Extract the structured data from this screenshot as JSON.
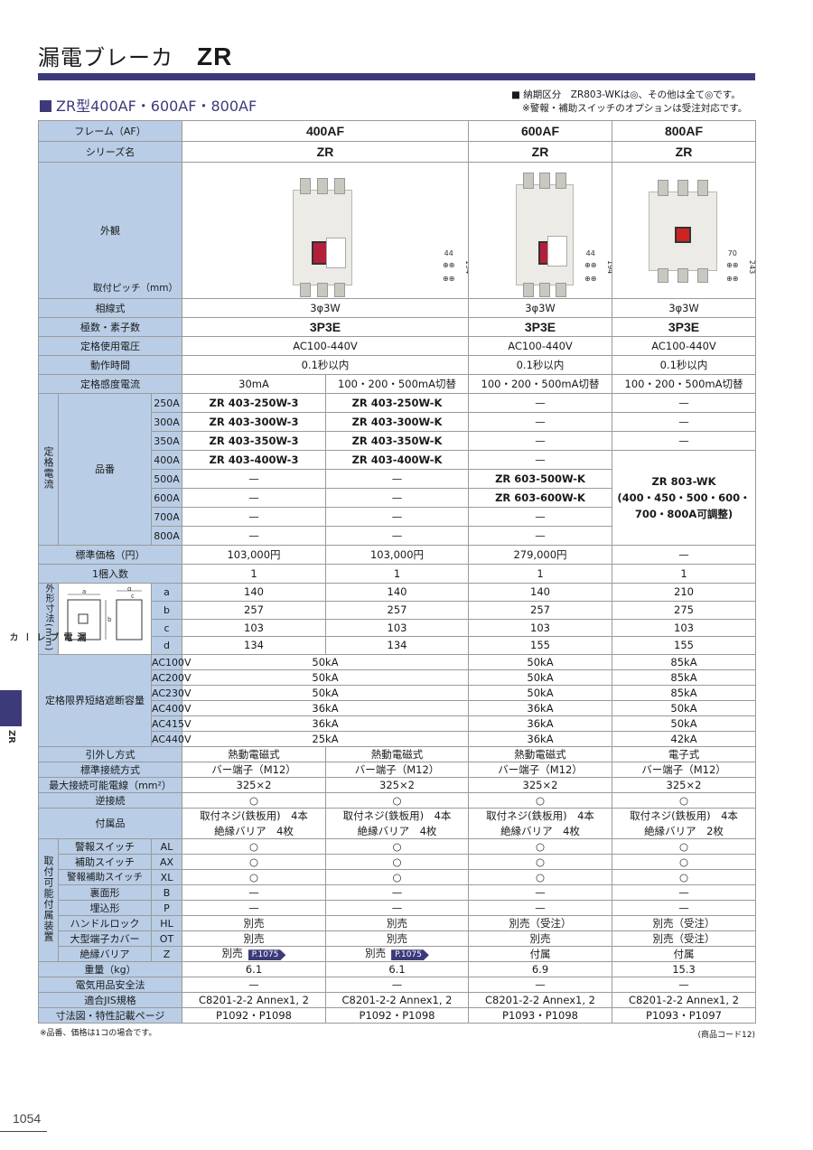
{
  "header": {
    "title": "漏電ブレーカ",
    "title_series": "ZR",
    "subtitle": "ZR型400AF・600AF・800AF",
    "note1": "■ 納期区分　ZR803-WKは◎、その他は全て◎です。",
    "note2": "※警報・補助スイッチのオプションは受注対応です。"
  },
  "labels": {
    "frame": "フレーム（AF）",
    "series": "シリーズ名",
    "appearance": "外観",
    "pitch": "取付ピッチ（mm）",
    "phase": "相線式",
    "poles": "極数・素子数",
    "voltage": "定格使用電圧",
    "time": "動作時間",
    "sensitivity": "定格感度電流",
    "rated_current": "定格電流",
    "part_no": "品番",
    "price": "標準価格（円）",
    "qty": "1梱入数",
    "dims": "外形寸法(mm)",
    "breaking": "定格限界短絡遮断容量",
    "trip": "引外し方式",
    "terminal": "標準接続方式",
    "max_wire": "最大接続可能電線（mm²）",
    "reverse": "逆接続",
    "accessories": "付属品",
    "options": "取付可能付属装置",
    "weight": "重量（kg）",
    "pse": "電気用品安全法",
    "jis": "適合JIS規格",
    "ref": "寸法図・特性記載ページ"
  },
  "frames": [
    "400AF",
    "600AF",
    "800AF"
  ],
  "series_names": [
    "ZR",
    "ZR",
    "ZR"
  ],
  "pitches": [
    {
      "w": "44",
      "h": "194"
    },
    {
      "w": "44",
      "h": "194"
    },
    {
      "w": "70",
      "h": "243"
    }
  ],
  "common": {
    "phase": [
      "3φ3W",
      "3φ3W",
      "3φ3W"
    ],
    "poles": [
      "3P3E",
      "3P3E",
      "3P3E"
    ],
    "voltage": [
      "AC100-440V",
      "AC100-440V",
      "AC100-440V"
    ],
    "time": [
      "0.1秒以内",
      "0.1秒以内",
      "0.1秒以内"
    ]
  },
  "sensitivity": [
    "30mA",
    "100・200・500mA切替",
    "100・200・500mA切替",
    "100・200・500mA切替"
  ],
  "currents": [
    {
      "a": "250A",
      "c": [
        "ZR 403-250W-3",
        "ZR 403-250W-K",
        "—",
        "—"
      ]
    },
    {
      "a": "300A",
      "c": [
        "ZR 403-300W-3",
        "ZR 403-300W-K",
        "—",
        "—"
      ]
    },
    {
      "a": "350A",
      "c": [
        "ZR 403-350W-3",
        "ZR 403-350W-K",
        "—",
        "—"
      ]
    },
    {
      "a": "400A",
      "c": [
        "ZR 403-400W-3",
        "ZR 403-400W-K",
        "—"
      ]
    },
    {
      "a": "500A",
      "c": [
        "—",
        "—",
        "ZR 603-500W-K"
      ]
    },
    {
      "a": "600A",
      "c": [
        "—",
        "—",
        "ZR 603-600W-K"
      ]
    },
    {
      "a": "700A",
      "c": [
        "—",
        "—",
        "—"
      ]
    },
    {
      "a": "800A",
      "c": [
        "—",
        "—",
        "—"
      ]
    }
  ],
  "zr803": {
    "l1": "ZR 803-WK",
    "l2": "400・450・500・600・",
    "l3": "700・800A可調整"
  },
  "price": [
    "103,000円",
    "103,000円",
    "279,000円",
    "—"
  ],
  "qty": [
    "1",
    "1",
    "1",
    "1"
  ],
  "dim_rows": [
    {
      "k": "a",
      "v": [
        "140",
        "140",
        "140",
        "210"
      ]
    },
    {
      "k": "b",
      "v": [
        "257",
        "257",
        "257",
        "275"
      ]
    },
    {
      "k": "c",
      "v": [
        "103",
        "103",
        "103",
        "103"
      ]
    },
    {
      "k": "d",
      "v": [
        "134",
        "134",
        "155",
        "155"
      ]
    }
  ],
  "breaking_rows": [
    {
      "k": "AC100V",
      "v": [
        "50kA",
        "50kA",
        "85kA"
      ]
    },
    {
      "k": "AC200V",
      "v": [
        "50kA",
        "50kA",
        "85kA"
      ]
    },
    {
      "k": "AC230V",
      "v": [
        "50kA",
        "50kA",
        "85kA"
      ]
    },
    {
      "k": "AC400V",
      "v": [
        "36kA",
        "36kA",
        "50kA"
      ]
    },
    {
      "k": "AC415V",
      "v": [
        "36kA",
        "36kA",
        "50kA"
      ]
    },
    {
      "k": "AC440V",
      "v": [
        "25kA",
        "36kA",
        "42kA"
      ]
    }
  ],
  "trip": [
    "熱動電磁式",
    "熱動電磁式",
    "熱動電磁式",
    "電子式"
  ],
  "terminal": [
    "バー端子（M12）",
    "バー端子（M12）",
    "バー端子（M12）",
    "バー端子（M12）"
  ],
  "max_wire": [
    "325×2",
    "325×2",
    "325×2",
    "325×2"
  ],
  "reverse": [
    "○",
    "○",
    "○",
    "○"
  ],
  "acc1": [
    "取付ネジ(鉄板用)　4本",
    "取付ネジ(鉄板用)　4本",
    "取付ネジ(鉄板用)　4本",
    "取付ネジ(鉄板用)　4本"
  ],
  "acc2": [
    "絶縁バリア　4枚",
    "絶縁バリア　4枚",
    "絶縁バリア　4枚",
    "絶縁バリア　2枚"
  ],
  "option_rows": [
    {
      "n": "警報スイッチ",
      "k": "AL",
      "v": [
        "○",
        "○",
        "○",
        "○"
      ]
    },
    {
      "n": "補助スイッチ",
      "k": "AX",
      "v": [
        "○",
        "○",
        "○",
        "○"
      ]
    },
    {
      "n": "警報補助スイッチ",
      "k": "XL",
      "v": [
        "○",
        "○",
        "○",
        "○"
      ]
    },
    {
      "n": "裏面形",
      "k": "B",
      "v": [
        "—",
        "—",
        "—",
        "—"
      ]
    },
    {
      "n": "埋込形",
      "k": "P",
      "v": [
        "—",
        "—",
        "—",
        "—"
      ]
    },
    {
      "n": "ハンドルロック",
      "k": "HL",
      "v": [
        "別売",
        "別売",
        "別売（受注）",
        "別売（受注）"
      ]
    },
    {
      "n": "大型端子カバー",
      "k": "OT",
      "v": [
        "別売",
        "別売",
        "別売",
        "別売（受注）"
      ]
    }
  ],
  "barrier": {
    "n": "絶縁バリア",
    "k": "Z",
    "v": [
      "別売",
      "別売",
      "付属",
      "付属"
    ],
    "ref": "P.1075"
  },
  "weight": [
    "6.1",
    "6.1",
    "6.9",
    "15.3"
  ],
  "pse": [
    "—",
    "—",
    "—",
    "—"
  ],
  "jis": [
    "C8201-2-2 Annex1, 2",
    "C8201-2-2 Annex1, 2",
    "C8201-2-2 Annex1, 2",
    "C8201-2-2 Annex1, 2"
  ],
  "ref": [
    "P1092・P1098",
    "P1092・P1098",
    "P1093・P1098",
    "P1093・P1097"
  ],
  "footer": {
    "footnote": "※品番、価格は1コの場合です。",
    "code": "(商品コード12)",
    "page": "1054",
    "side1": "漏電ブレーカ",
    "side2": "ZR"
  },
  "colors": {
    "accent": "#3d3a7a",
    "header_cell": "#b9cde6"
  }
}
